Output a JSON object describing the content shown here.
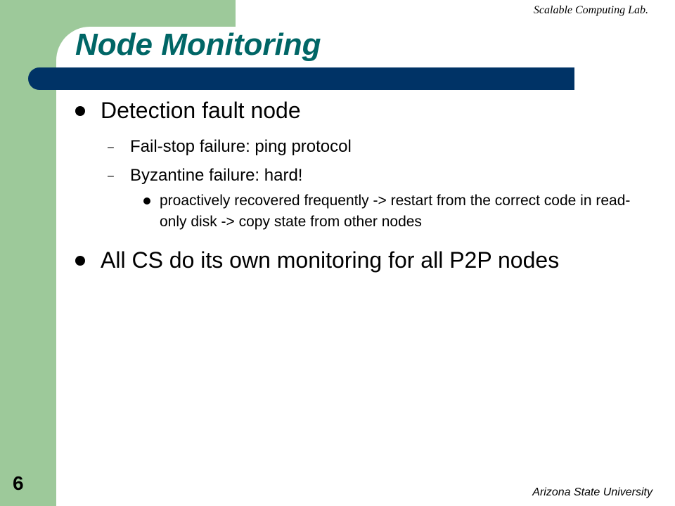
{
  "header": {
    "lab": "Scalable Computing Lab."
  },
  "title": "Node Monitoring",
  "bullets": [
    {
      "text": "Detection fault node",
      "sub": [
        {
          "text": "Fail-stop failure: ping protocol"
        },
        {
          "text": "Byzantine failure: hard!",
          "sub": [
            {
              "text": "proactively recovered frequently -> restart from the correct code in read-only disk -> copy state from other nodes"
            }
          ]
        }
      ]
    },
    {
      "text": "All CS do its own monitoring for all P2P nodes"
    }
  ],
  "footer": {
    "slide_number": "6",
    "university": "Arizona State University"
  },
  "colors": {
    "sidebar_green": "#9dc99a",
    "title_teal": "#006666",
    "rule_navy": "#003366"
  }
}
